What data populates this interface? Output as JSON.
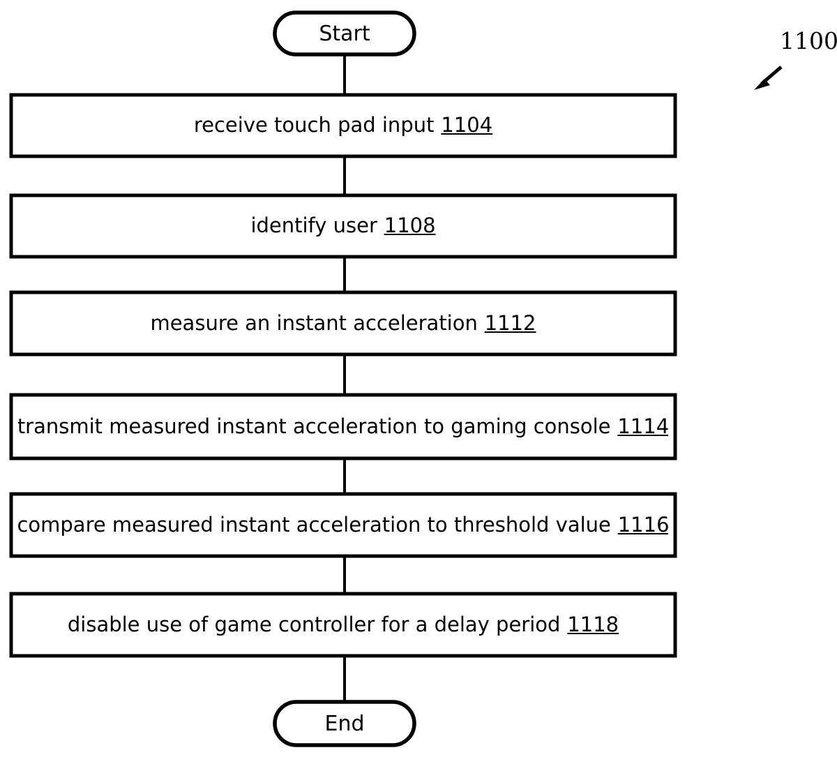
{
  "figure": {
    "number": "1100",
    "arrow_icon": "arrow-down-left-icon",
    "start_label": "Start",
    "end_label": "End"
  },
  "steps": [
    {
      "text": "receive touch pad input",
      "ref": "1104"
    },
    {
      "text": "identify user",
      "ref": "1108"
    },
    {
      "text": "measure an instant acceleration",
      "ref": "1112"
    },
    {
      "text": "transmit measured instant acceleration to gaming console",
      "ref": "1114"
    },
    {
      "text": "compare measured instant acceleration to threshold value",
      "ref": "1116"
    },
    {
      "text": "disable use of game controller for a delay period",
      "ref": "1118"
    }
  ],
  "colors": {
    "stroke": "#000000",
    "fill": "#ffffff"
  }
}
